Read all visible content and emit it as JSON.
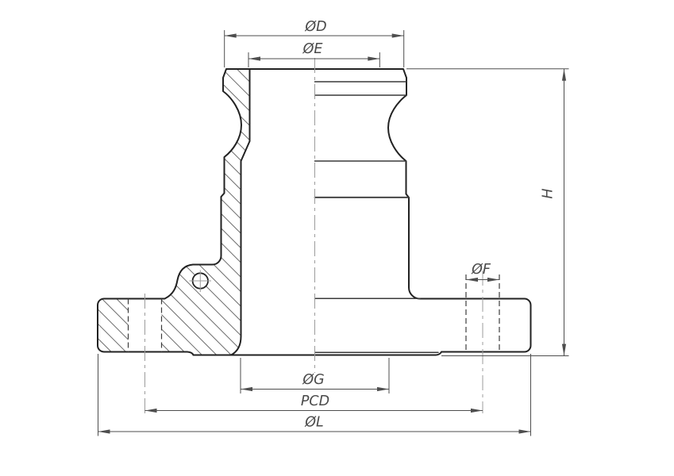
{
  "drawing": {
    "type": "engineering-section-drawing",
    "labels": {
      "phi_d": "ØD",
      "phi_e": "ØE",
      "phi_f": "ØF",
      "phi_g": "ØG",
      "pcd": "PCD",
      "phi_l": "ØL",
      "h": "H"
    },
    "colors": {
      "outline": "#222222",
      "edge": "#3a3a3a",
      "dimension": "#4e4e4e",
      "centerline": "#9c9c9c",
      "hidden": "#3c3c3c",
      "hatch": "#6b6b6b",
      "label": "#4a4a4a",
      "background": "#ffffff"
    }
  }
}
